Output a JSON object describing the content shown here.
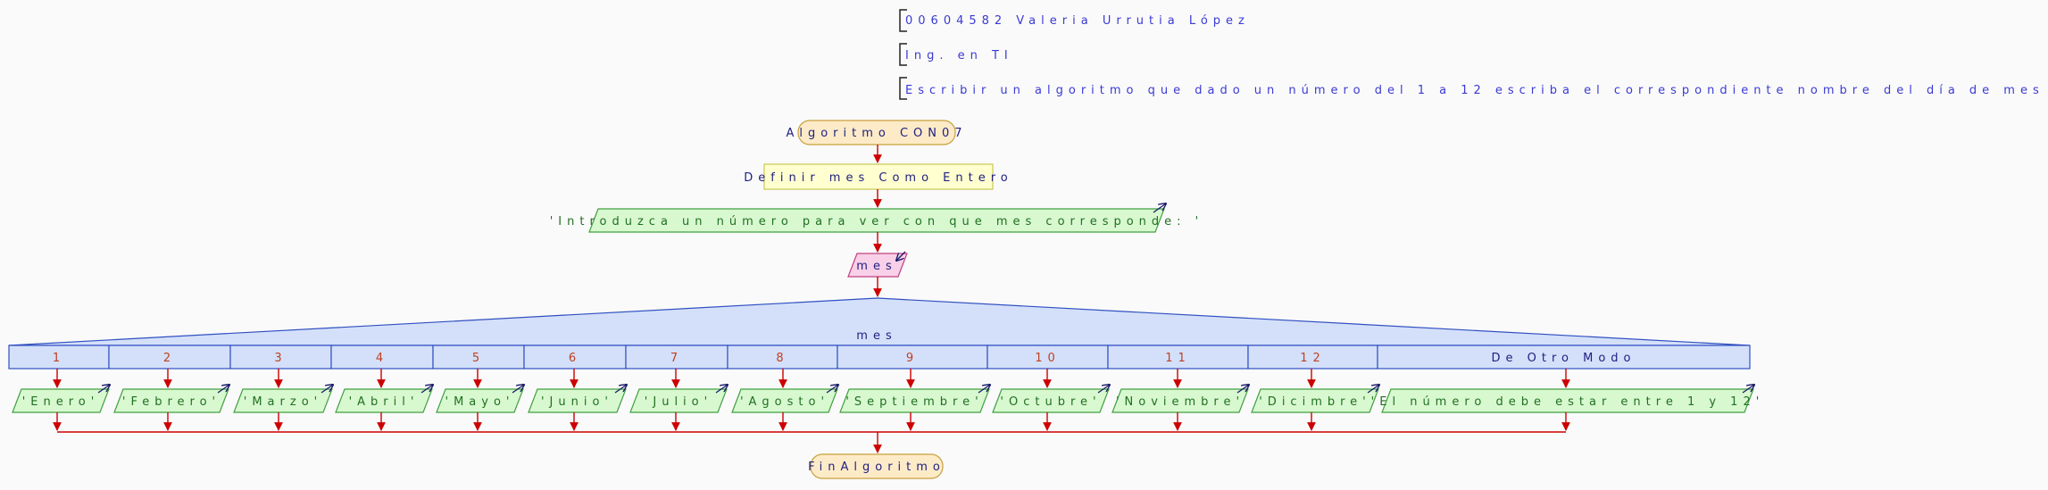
{
  "comments": [
    "00604582 Valeria Urrutia López",
    "Ing. en TI",
    "Escribir un algoritmo que dado un número del 1 a 12 escriba el correspondiente nombre del día de mes al que equivale."
  ],
  "start_label": "Algoritmo CON07",
  "define_label": "Definir mes Como Entero",
  "prompt_label": "'Introduzca un número para ver con que mes corresponde: '",
  "read_label": "mes",
  "switch_variable": "mes",
  "cases": [
    {
      "label": "1",
      "output": "'Enero'"
    },
    {
      "label": "2",
      "output": "'Febrero'"
    },
    {
      "label": "3",
      "output": "'Marzo'"
    },
    {
      "label": "4",
      "output": "'Abril'"
    },
    {
      "label": "5",
      "output": "'Mayo'"
    },
    {
      "label": "6",
      "output": "'Junio'"
    },
    {
      "label": "7",
      "output": "'Julio'"
    },
    {
      "label": "8",
      "output": "'Agosto'"
    },
    {
      "label": "9",
      "output": "'Septiembre'"
    },
    {
      "label": "10",
      "output": "'Octubre'"
    },
    {
      "label": "11",
      "output": "'Noviembre'"
    },
    {
      "label": "12",
      "output": "'Dicimbre'"
    },
    {
      "label": "De Otro Modo",
      "output": "'El número debe estar entre 1 y 12'"
    }
  ],
  "end_label": "FinAlgoritmo",
  "colors": {
    "comment_text": "#3a3ad6",
    "flow_line": "#cc0000",
    "terminal_fill": "#fdebc8",
    "terminal_stroke": "#c8a03c",
    "define_fill": "#ffffd0",
    "define_stroke": "#c8c850",
    "output_fill": "#d8f8d0",
    "output_stroke": "#40a040",
    "input_fill": "#f8d0e8",
    "input_stroke": "#c04080",
    "switch_fill": "#d4e0fa",
    "switch_stroke": "#3050c0",
    "case_text": "#c04020",
    "default_text": "#202080",
    "output_text": "#207020"
  }
}
